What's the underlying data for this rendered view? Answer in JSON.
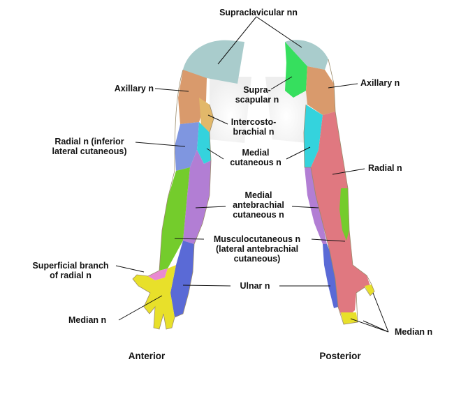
{
  "labels": {
    "supraclavicular": "Supraclavicular nn",
    "axillary_left": "Axillary n",
    "axillary_right": "Axillary n",
    "suprascapular_1": "Supra-",
    "suprascapular_2": "scapular n",
    "intercostobrachial_1": "Intercosto-",
    "intercostobrachial_2": "brachial n",
    "radial_inferior_1": "Radial n (inferior",
    "radial_inferior_2": "lateral cutaneous)",
    "medial_cutaneous_1": "Medial",
    "medial_cutaneous_2": "cutaneous n",
    "radial_right": "Radial n",
    "medial_antebrachial_1": "Medial",
    "medial_antebrachial_2": "antebrachial",
    "medial_antebrachial_3": "cutaneous n",
    "musculocutaneous_1": "Musculocutaneous n",
    "musculocutaneous_2": "(lateral antebrachial",
    "musculocutaneous_3": "cutaneous)",
    "superficial_radial_1": "Superficial branch",
    "superficial_radial_2": "of radial n",
    "ulnar": "Ulnar n",
    "median_left": "Median n",
    "median_right": "Median n"
  },
  "views": {
    "anterior": "Anterior",
    "posterior": "Posterior"
  },
  "colors": {
    "supraclavicular": "#a9cccc",
    "axillary": "#d99a6c",
    "radial_upper": "#7f96e0",
    "radial_posterior": "#e07880",
    "medial_cutaneous": "#34d3dd",
    "intercostobrachial": "#e2b86a",
    "medial_antebrachial": "#b27ed4",
    "musculocutaneous": "#74cc2c",
    "median": "#e8e02a",
    "ulnar": "#5a6ad6",
    "superficial_radial": "#e98ad2",
    "suprascapular": "#36df5e"
  }
}
